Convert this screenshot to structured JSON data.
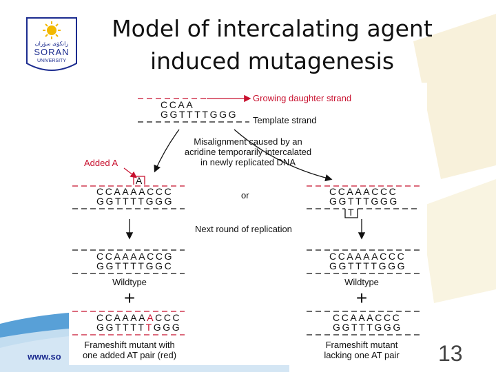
{
  "slide": {
    "title_line1": "Model of intercalating agent",
    "title_line2": "induced mutagenesis",
    "footer_url": "www.so",
    "page_number": "13",
    "logo": {
      "arabic_text": "زانكۆی سۆران",
      "name_line1": "SORAN",
      "name_line2": "UNIVERSITY"
    }
  },
  "diagram": {
    "top": {
      "growing_seq": "CCAA",
      "template_seq": "GGTTTTGGG",
      "growing_label": "Growing daughter strand",
      "template_label": "Template strand"
    },
    "misalignment_lines": [
      "Misalignment caused by an",
      "acridine temporarily intercalated",
      "in newly replicated DNA"
    ],
    "added_a_label": "Added A",
    "added_a_letter": "A",
    "or_label": "or",
    "next_round_label": "Next round of replication",
    "left": {
      "mid_top": "CCAAAACCC",
      "mid_bottom": "GGTTTTGGG",
      "wild_top": "CCAAAACCG",
      "wild_bottom": "GGTTTTGGC",
      "wildtype_label": "Wildtype",
      "mut_top_a": "CCAAAA",
      "mut_top_red": "A",
      "mut_top_b": "CCC",
      "mut_bot_a": "GGTTTT",
      "mut_bot_red": "T",
      "mut_bot_b": "GGG",
      "mutant_line1": "Frameshift mutant with",
      "mutant_line2": "one added AT pair (red)"
    },
    "right": {
      "mid_top": "CCAAACCC",
      "mid_bottom": "GGTTTGGG",
      "loop_letter": "T",
      "wild_top": "CCAAAACCC",
      "wild_bottom": "GGTTTTGGG",
      "wildtype_label": "Wildtype",
      "mut_top": "CCAAACCC",
      "mut_bottom": "GGTTTGGG",
      "mutant_line1": "Frameshift mutant",
      "mutant_line2": "lacking one AT pair"
    },
    "plus_symbol": "+",
    "colors": {
      "accent_red": "#c8102e",
      "title_text": "#111111",
      "footer_blue": "#1b2b8f"
    }
  }
}
